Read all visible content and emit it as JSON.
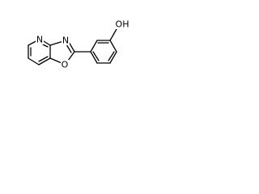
{
  "molecule": {
    "atoms": [
      {
        "id": "N_pyr",
        "label": "N"
      },
      {
        "id": "N_ox",
        "label": "N"
      },
      {
        "id": "O_ring",
        "label": "O"
      },
      {
        "id": "OH",
        "label": "OH"
      }
    ]
  },
  "colors": {
    "bond": "#000000",
    "background": "#ffffff",
    "label": "#000000"
  }
}
